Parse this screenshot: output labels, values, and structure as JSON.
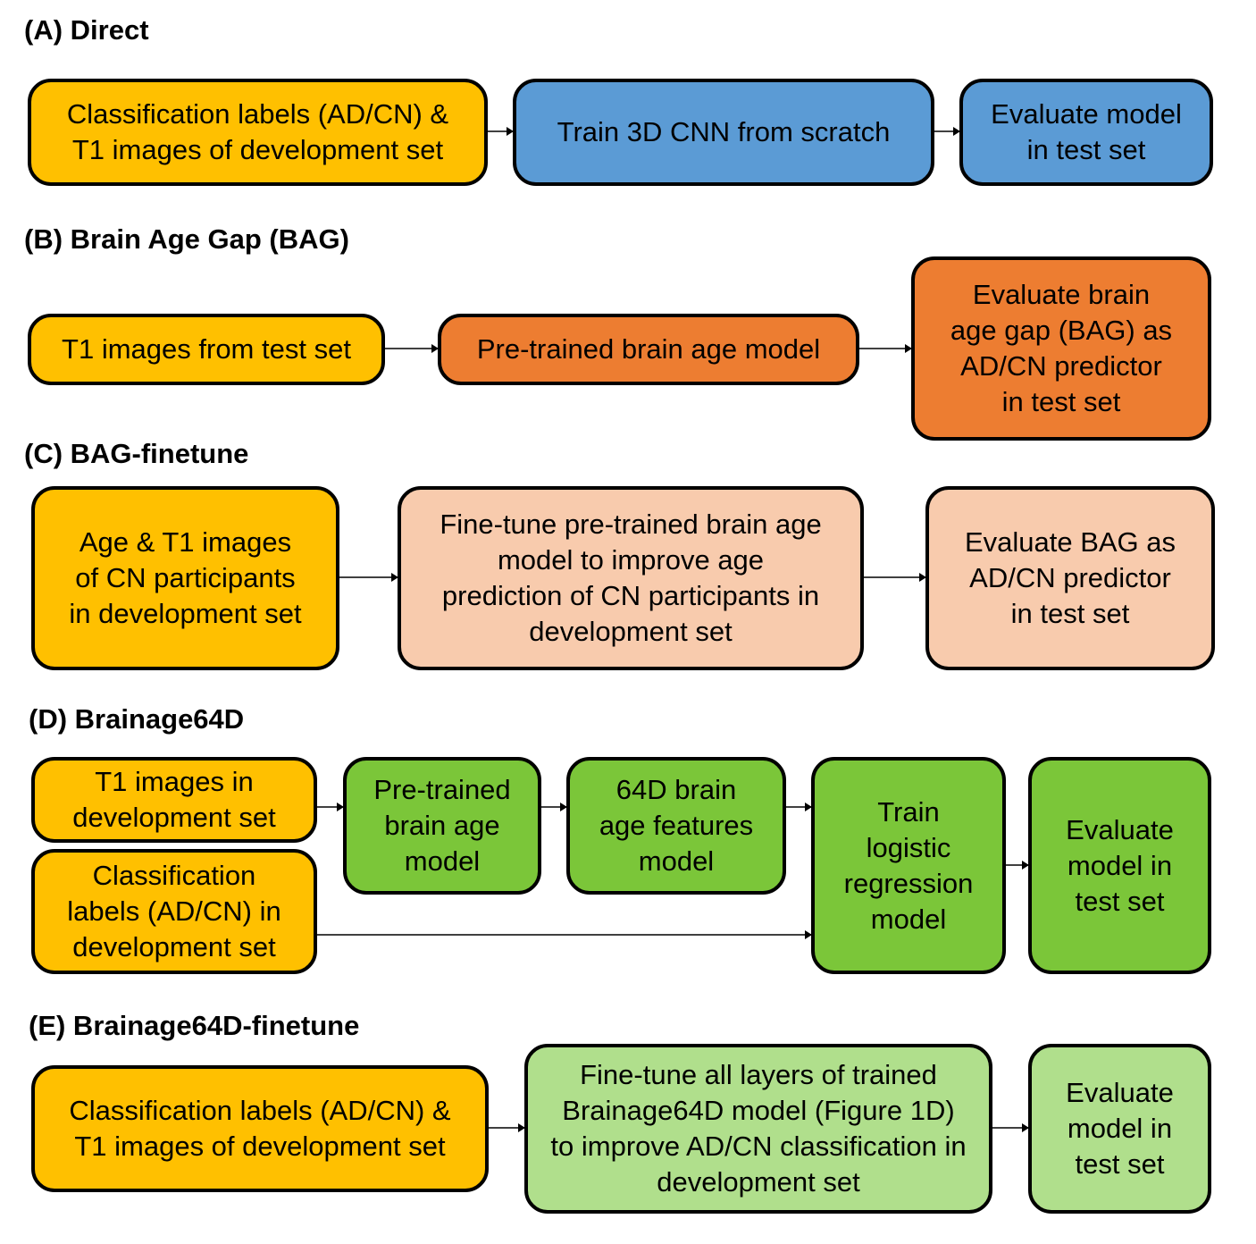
{
  "panels": {
    "a": {
      "title": "(A) Direct",
      "boxes": [
        "Classification labels (AD/CN) &\nT1 images of development set",
        "Train 3D CNN from scratch",
        "Evaluate model\nin test set"
      ]
    },
    "b": {
      "title": "(B) Brain Age Gap (BAG)",
      "boxes": [
        "T1 images from test set",
        "Pre-trained brain age model",
        "Evaluate brain\nage gap (BAG) as\nAD/CN predictor\nin test set"
      ]
    },
    "c": {
      "title": "(C) BAG-finetune",
      "boxes": [
        "Age & T1 images\nof CN participants\nin development set",
        "Fine-tune pre-trained brain age\nmodel to improve age\nprediction of CN participants in\ndevelopment set",
        "Evaluate BAG as\nAD/CN predictor\nin test set"
      ]
    },
    "d": {
      "title": "(D) Brainage64D",
      "boxes": [
        "T1 images in\ndevelopment set",
        "Classification\nlabels (AD/CN) in\ndevelopment set",
        "Pre-trained\nbrain age\nmodel",
        "64D brain\nage features\nmodel",
        "Train\nlogistic\nregression\nmodel",
        "Evaluate\nmodel in\ntest set"
      ]
    },
    "e": {
      "title": "(E) Brainage64D-finetune",
      "boxes": [
        "Classification labels (AD/CN) &\nT1 images of development set",
        "Fine-tune all layers of trained\nBrainage64D model (Figure 1D)\nto improve AD/CN classification in\ndevelopment set",
        "Evaluate\nmodel in\ntest set"
      ]
    }
  },
  "colors": {
    "input": "#ffc000",
    "direct": "#5b9bd5",
    "bag": "#ed7d31",
    "bag_finetune": "#f8cbad",
    "brainage64d": "#7bc639",
    "brainage64d_finetune": "#b0df8c"
  }
}
